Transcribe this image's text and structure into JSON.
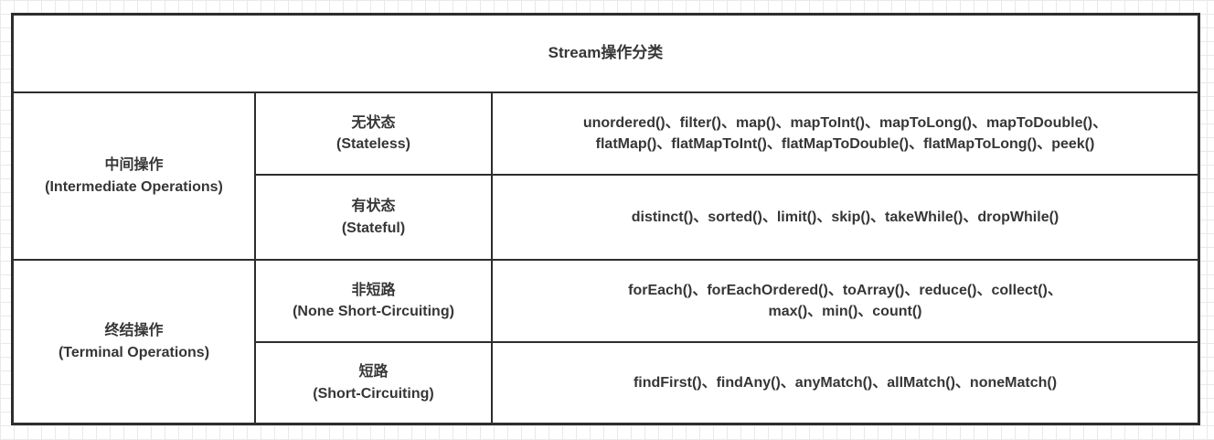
{
  "colors": {
    "border": "#2d2d2d",
    "text": "#363636",
    "grid_line": "#e9e9e9",
    "cell_background": "#ffffff"
  },
  "table": {
    "title": "Stream操作分类",
    "groups": [
      {
        "label": "中间操作\n(Intermediate Operations)",
        "subrows": [
          {
            "type_label": "无状态\n(Stateless)",
            "methods": "unordered()、filter()、map()、mapToInt()、mapToLong()、mapToDouble()、\nflatMap()、flatMapToInt()、flatMapToDouble()、flatMapToLong()、peek()"
          },
          {
            "type_label": "有状态\n(Stateful)",
            "methods": "distinct()、sorted()、limit()、skip()、takeWhile()、dropWhile()"
          }
        ]
      },
      {
        "label": "终结操作\n(Terminal Operations)",
        "subrows": [
          {
            "type_label": "非短路\n(None Short-Circuiting)",
            "methods": "forEach()、forEachOrdered()、toArray()、reduce()、collect()、\nmax()、min()、count()"
          },
          {
            "type_label": "短路\n(Short-Circuiting)",
            "methods": "findFirst()、findAny()、anyMatch()、allMatch()、noneMatch()"
          }
        ]
      }
    ]
  }
}
